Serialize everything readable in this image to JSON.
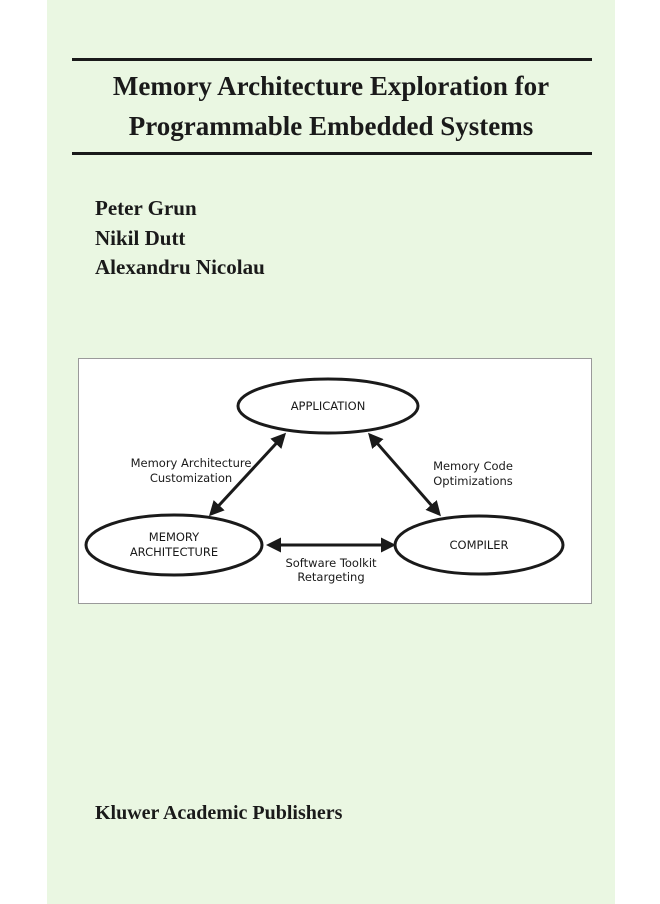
{
  "book": {
    "title_line1": "Memory Architecture Exploration for",
    "title_line2": "Programmable Embedded Systems",
    "authors": [
      "Peter Grun",
      "Nikil Dutt",
      "Alexandru Nicolau"
    ],
    "publisher": "Kluwer Academic Publishers"
  },
  "diagram": {
    "nodes": {
      "application": "APPLICATION",
      "memory_line1": "MEMORY",
      "memory_line2": "ARCHITECTURE",
      "compiler": "COMPILER"
    },
    "edges": {
      "left_line1": "Memory Architecture",
      "left_line2": "Customization",
      "right_line1": "Memory Code",
      "right_line2": "Optimizations",
      "bottom_line1": "Software Toolkit",
      "bottom_line2": "Retargeting"
    }
  },
  "colors": {
    "cover_background": "#eaf7e2",
    "ink": "#1a1a1a"
  }
}
